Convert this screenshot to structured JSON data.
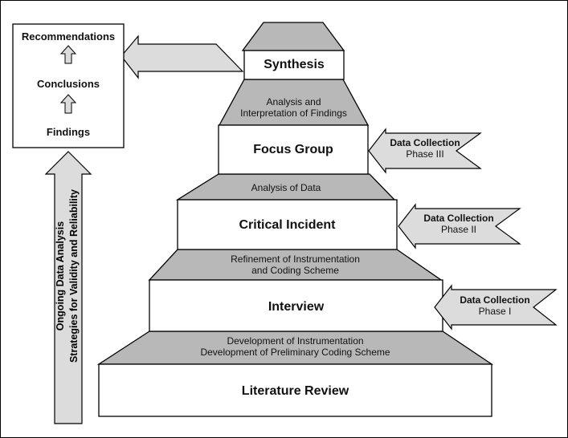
{
  "colors": {
    "pyramid_fill": "#b8b8b8",
    "box_fill": "#ffffff",
    "arrow_fill": "#dcdcdc",
    "stroke": "#000000"
  },
  "pyramid": {
    "synthesis": "Synthesis",
    "focus_group": "Focus Group",
    "critical_incident": "Critical Incident",
    "interview": "Interview",
    "literature_review": "Literature Review"
  },
  "transitions": {
    "t1_line1": "Analysis and",
    "t1_line2": "Interpretation of Findings",
    "t2": "Analysis of Data",
    "t3_line1": "Refinement of Instrumentation",
    "t3_line2": "and Coding Scheme",
    "t4_line1": "Development of Instrumentation",
    "t4_line2": "Development of Preliminary Coding Scheme"
  },
  "data_collection": [
    {
      "title": "Data Collection",
      "phase": "Phase III"
    },
    {
      "title": "Data Collection",
      "phase": "Phase II"
    },
    {
      "title": "Data Collection",
      "phase": "Phase I"
    }
  ],
  "results": {
    "recommendations": "Recommendations",
    "conclusions": "Conclusions",
    "findings": "Findings"
  },
  "ongoing": {
    "line1": "Ongoing Data Analysis",
    "line2": "Strategies for Validity and Reliability"
  }
}
